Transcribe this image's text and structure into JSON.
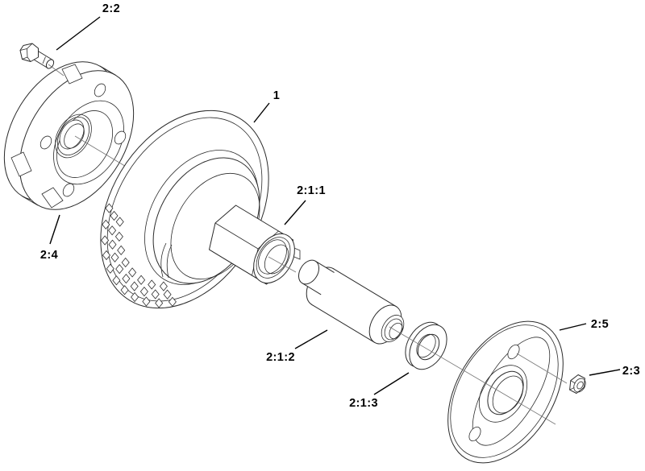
{
  "page": {
    "background": "#ffffff",
    "line_color": "#2b2b2b",
    "leader_color": "#000000",
    "centerline_color": "#777777"
  },
  "diagram": {
    "type": "exploded-parts-view",
    "callouts": [
      {
        "label": "2:2"
      },
      {
        "label": "1"
      },
      {
        "label": "2:1:1"
      },
      {
        "label": "2:4"
      },
      {
        "label": "2:1:2"
      },
      {
        "label": "2:1:3"
      },
      {
        "label": "2:5"
      },
      {
        "label": "2:3"
      }
    ]
  }
}
